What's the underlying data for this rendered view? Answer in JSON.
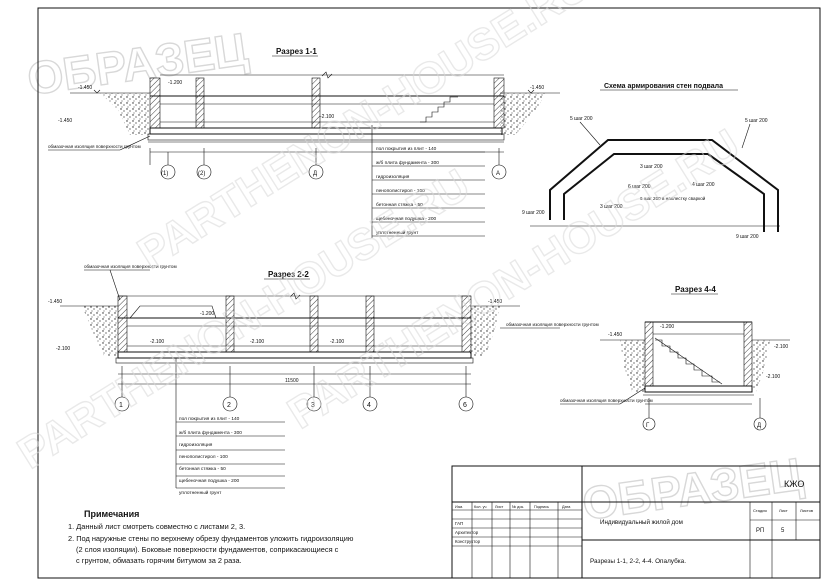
{
  "watermarks": {
    "sample": "ОБРАЗЕЦ",
    "site": "PARTHENON-HOUSE.RU"
  },
  "section_1_1": {
    "title": "Разрез 1-1",
    "axes": [
      "(1)",
      "(2)",
      "Д",
      "А"
    ],
    "levels": [
      "-1.450",
      "-1.200",
      "-1.450",
      "-2.100",
      "-1.450"
    ],
    "waterproof_note": "обмазочная изоляция поверхности грунтом",
    "layers": [
      "пол покрытия из плит - 140",
      "ж/б плита фундамента - 300",
      "гидроизоляция",
      "пенополистирол - 100",
      "бетонная стяжка - 50",
      "щебеночная подушка - 200",
      "уплотненный грунт"
    ]
  },
  "wall_scheme": {
    "title": "Схема армирования стен подвала",
    "labels": [
      "5 шаг 200",
      "6 шаг 200",
      "3 шаг 200",
      "4 шаг 200",
      "5 шаг 200",
      "3 шаг 200",
      "6 шаг 200 в нахлестку сваркой",
      "9 шаг 200",
      "9 шаг 200"
    ]
  },
  "section_2_2": {
    "title": "Разрез 2-2",
    "axes": [
      "1",
      "2",
      "3",
      "4",
      "6"
    ],
    "levels": [
      "-1.450",
      "-1.200",
      "-2.100",
      "-2.100",
      "-2.100",
      "-1.450"
    ],
    "dim_total": "11500",
    "waterproof_note": "обмазочная изоляция поверхности грунтом",
    "layers": [
      "пол покрытия из плит - 140",
      "ж/б плита фундамента - 300",
      "гидроизоляция",
      "пенополистирол - 100",
      "бетонная стяжка - 50",
      "щебеночная подушка - 200",
      "уплотненный грунт"
    ]
  },
  "section_4_4": {
    "title": "Разрез 4-4",
    "axes": [
      "Г",
      "Д"
    ],
    "levels": [
      "-1.200",
      "-1.450",
      "-2.100",
      "-2.100"
    ],
    "waterproof_note": "обмазочная изоляция поверхности грунтом"
  },
  "notes": {
    "heading": "Примечания",
    "items": [
      "1. Данный лист смотреть совместно с листами 2, 3.",
      "2. Под наружные стены по верхнему обрезу фундаментов уложить гидроизоляцию",
      "(2 слоя изоляции). Боковые поверхности фундаментов, соприкасающиеся с",
      "с грунтом, обмазать горячим битумом за 2 раза."
    ]
  },
  "title_block": {
    "code": "КЖО",
    "header_cols": [
      "Изм.",
      "Кол. уч",
      "Лист",
      "№ док.",
      "Подпись",
      "Дата"
    ],
    "roles": [
      "ГАП",
      "Архитектор",
      "Конструктор"
    ],
    "project": "Индивидуальный жилой дом",
    "stage_label": "Стадия",
    "sheet_label": "Лист",
    "sheets_label": "Листов",
    "stage": "РП",
    "sheet": "5",
    "drawing_title": "Разрезы 1-1, 2-2, 4-4. Опалубка."
  }
}
